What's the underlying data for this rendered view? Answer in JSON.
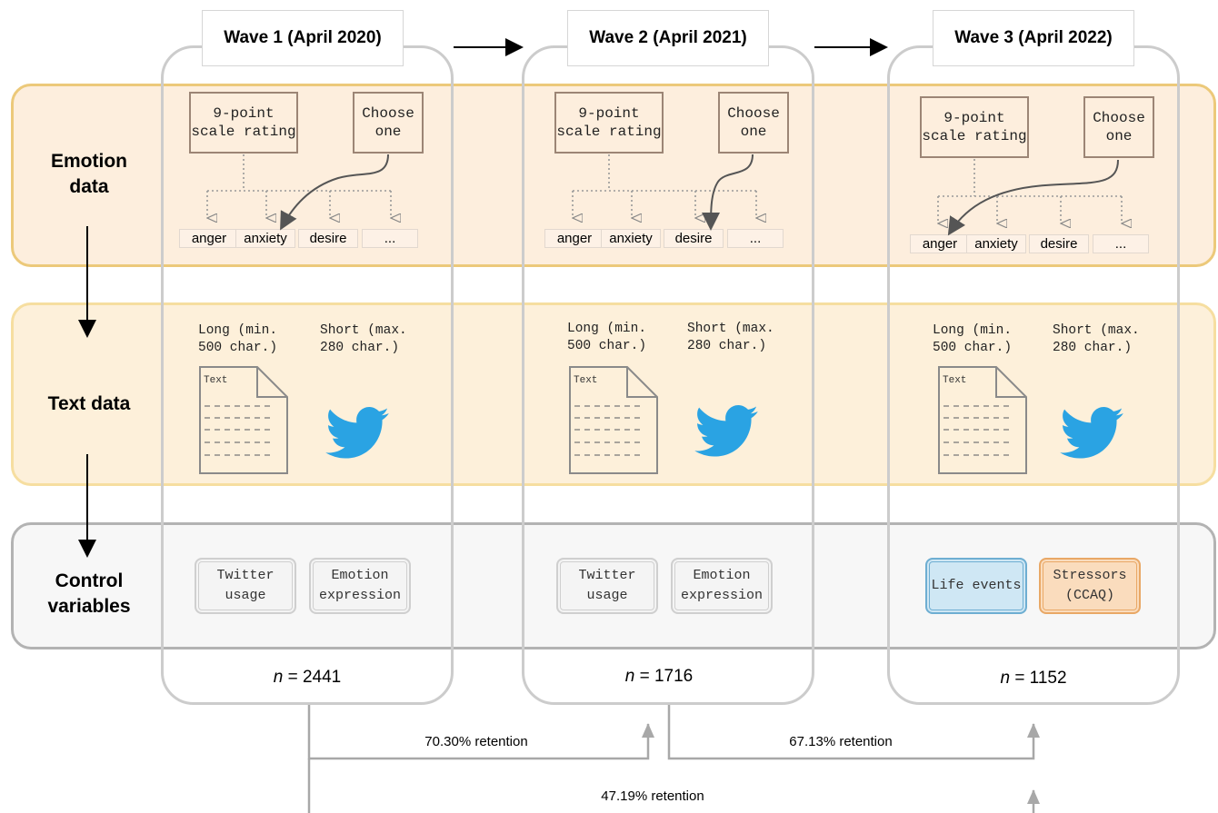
{
  "rows": {
    "emotion": "Emotion data",
    "text": "Text data",
    "control": "Control variables"
  },
  "waves": [
    {
      "title": "Wave 1 (April 2020)",
      "rating_box": "9-point scale rating",
      "choose_box": "Choose one",
      "emotions": [
        "anger",
        "anxiety",
        "desire",
        "..."
      ],
      "long_label": "Long (min.\n500 char.)",
      "short_label": "Short (max.\n280 char.)",
      "doc_label": "Text",
      "controls": [
        "Twitter usage",
        "Emotion expression"
      ],
      "n_italic": "n",
      "n_value": "= 2441"
    },
    {
      "title": "Wave 2 (April 2021)",
      "rating_box": "9-point scale rating",
      "choose_box": "Choose one",
      "emotions": [
        "anger",
        "anxiety",
        "desire",
        "..."
      ],
      "long_label": "Long (min.\n500 char.)",
      "short_label": "Short (max.\n280 char.)",
      "doc_label": "Text",
      "controls": [
        "Twitter usage",
        "Emotion expression"
      ],
      "n_italic": "n",
      "n_value": "= 1716"
    },
    {
      "title": "Wave 3 (April 2022)",
      "rating_box": "9-point scale rating",
      "choose_box": "Choose one",
      "emotions": [
        "anger",
        "anxiety",
        "desire",
        "..."
      ],
      "long_label": "Long (min.\n500 char.)",
      "short_label": "Short (max.\n280 char.)",
      "doc_label": "Text",
      "controls": [
        "Life events",
        "Stressors (CCAQ)"
      ],
      "n_italic": "n",
      "n_value": "= 1152"
    }
  ],
  "retention": {
    "w1_w2": "70.30% retention",
    "w2_w3": "67.13% retention",
    "w1_w3": "47.19% retention"
  },
  "colors": {
    "emotion_band": "#fdeedd",
    "text_band": "#fdf0da",
    "control_band": "#f7f7f7",
    "twitter_blue": "#2aa3e3",
    "life_events": "#cfe7f4",
    "stressors": "#fadcbd"
  },
  "icons": {
    "document": "document-icon",
    "twitter": "twitter-bird-icon"
  }
}
